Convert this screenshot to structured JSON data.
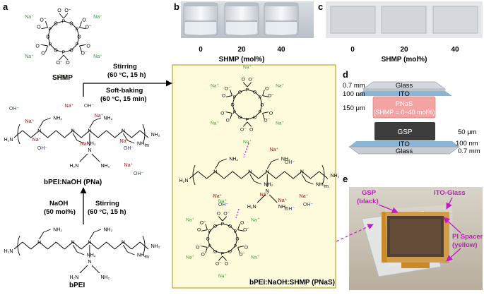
{
  "panels": {
    "a": "a",
    "b": "b",
    "c": "c",
    "d": "d",
    "e": "e"
  },
  "labels": {
    "shmp": "SHMP",
    "pna": "bPEI:NaOH (PNa)",
    "bpei": "bPEI",
    "pnas": "bPEI:NaOH:SHMP (PNaS)",
    "naoh": "NaOH",
    "naoh_amount": "(50 mol%)",
    "stir_top": "Stirring",
    "stir_top_cond": "(60 °C, 15 h)",
    "softbake": "Soft-baking",
    "softbake_cond": "(60 °C, 15 min)",
    "stir_bottom": "Stirring",
    "stir_bottom_cond": "(60 °C, 15 h)",
    "m": "m"
  },
  "chem": {
    "na": "Na⁺",
    "oh": "OH⁻",
    "o_minus": "O⁻",
    "o": "O",
    "p": "P",
    "nh2": "NH₂",
    "h2n": "H₂N",
    "n": "N"
  },
  "panel_b": {
    "ticks": [
      "0",
      "20",
      "40"
    ],
    "xlabel": "SHMP (mol%)"
  },
  "panel_c": {
    "ticks": [
      "0",
      "20",
      "40"
    ],
    "xlabel": "SHMP (mol%)"
  },
  "panel_d": {
    "layers": [
      "Glass",
      "ITO",
      "PNaS",
      "(SHMP = 0~40 mol%)",
      "GSP",
      "ITO",
      "Glass"
    ],
    "left_dims": [
      "0.7 mm",
      "100 nm",
      "150 μm"
    ],
    "right_dims": [
      "50 μm",
      "100 nm",
      "0.7 mm"
    ]
  },
  "panel_e": {
    "gsp": "GSP",
    "gsp_note": "(black)",
    "ito": "ITO-Glass",
    "pi": "PI Spacer",
    "pi_note": "(yellow)"
  },
  "colors": {
    "na": "#3a9a3a",
    "na_red": "#d40000",
    "oh": "#1a3aa8",
    "hbond": "#cc2fcc",
    "box_fill": "#fdfbdc",
    "box_stroke": "#c2a230",
    "pnas_fill": "#f4a3a3",
    "gsp_fill": "#3d3d3d",
    "ito_fill": "#8ab6d6",
    "glass_fill": "#c8ccd3",
    "annot": "#c21bc2"
  }
}
